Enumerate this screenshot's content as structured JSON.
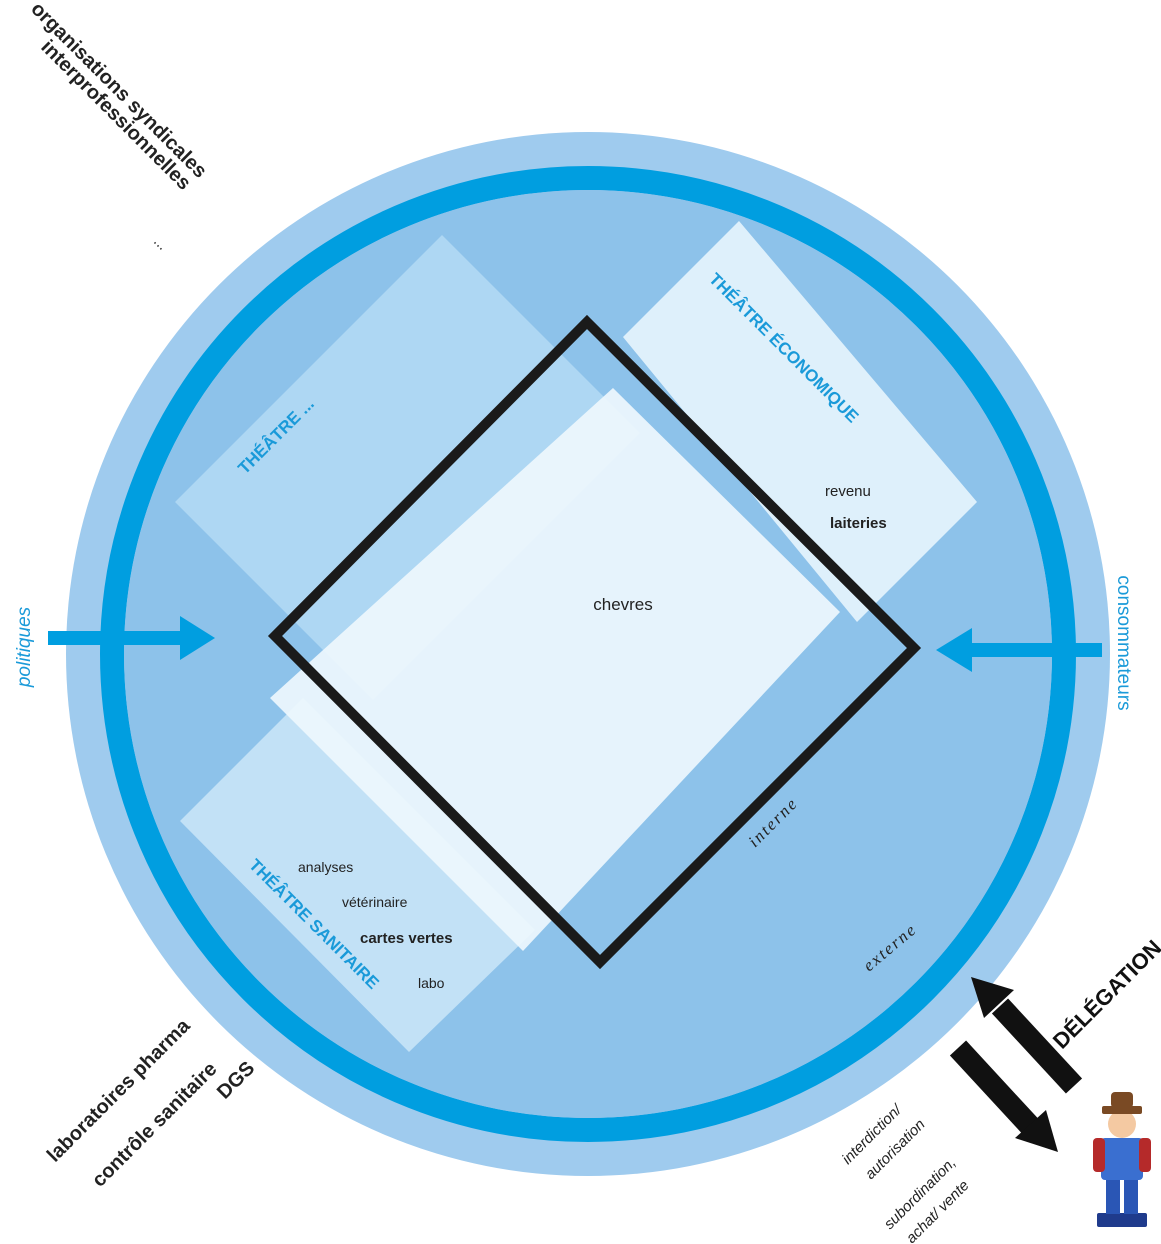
{
  "outer_labels": {
    "top_left": [
      "organisations syndicales",
      "interprofessionnelles",
      "..."
    ],
    "bottom_left": [
      "laboratoires pharma",
      "contrôle sanitaire",
      "DGS"
    ],
    "left": "politiques",
    "right": "consommateurs"
  },
  "center": {
    "label": "chevres"
  },
  "theatres": {
    "economique": {
      "title": "THÉÂTRE ÉCONOMIQUE",
      "items": [
        "revenu",
        "laiteries"
      ]
    },
    "other": {
      "title": "THÉÂTRE ..."
    },
    "sanitaire": {
      "title": "THÉÂTRE SANITAIRE",
      "items": [
        "analyses",
        "vétérinaire",
        "cartes vertes",
        "labo"
      ]
    }
  },
  "boundaries": {
    "interne": "interne",
    "externe": "externe"
  },
  "delegation": {
    "title": "DÉLÉGATION",
    "arrow_up_label": [
      "interdiction/",
      "autorisation"
    ],
    "arrow_down_label": [
      "subordination,",
      "achat/ vente"
    ]
  },
  "colors": {
    "outer_circle": "#9fcbee",
    "ring": "#009ee0",
    "inner_circle": "#8dc2ea",
    "accent_text": "#1a9ad9",
    "diamond_stroke": "#1a1a1a",
    "panel_light": "#dff0fb",
    "panel_mid": "#b9dcf4",
    "text_dark": "#222222"
  }
}
